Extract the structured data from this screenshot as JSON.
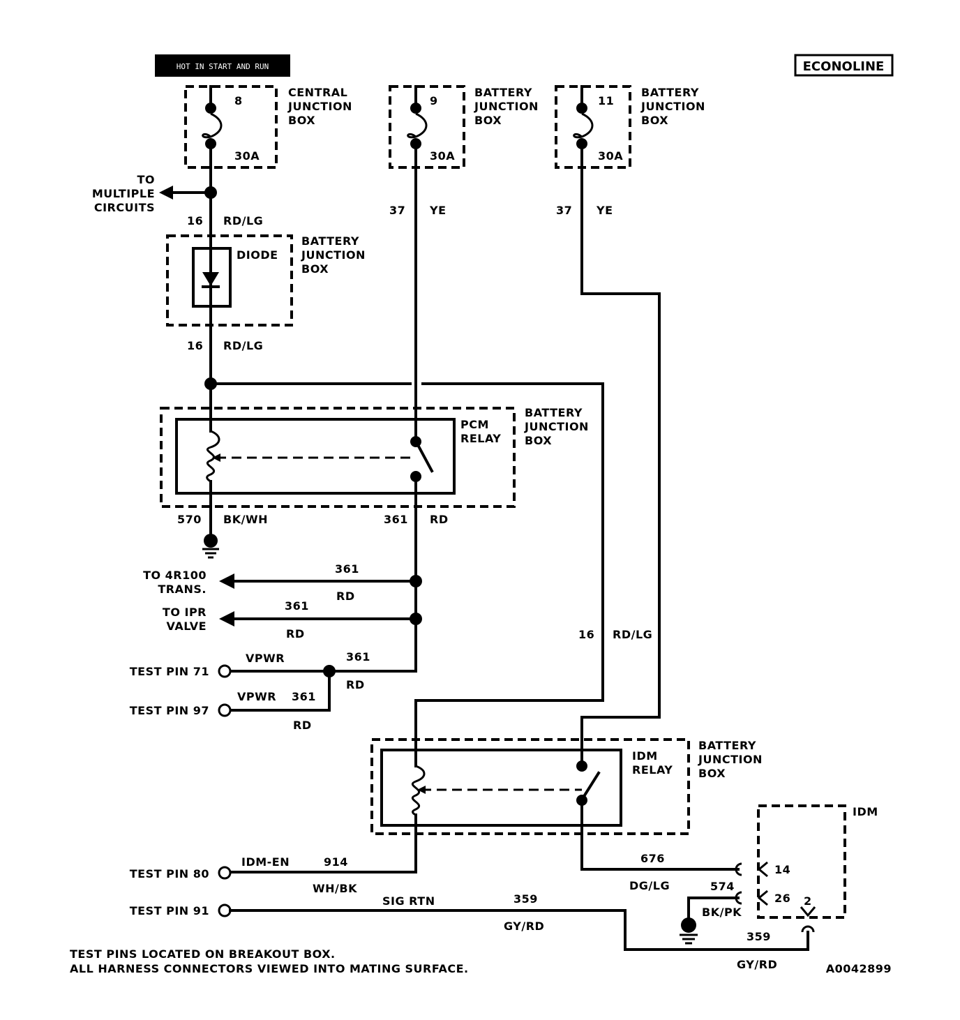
{
  "header": {
    "caption": "HOT IN START AND RUN",
    "model": "ECONOLINE"
  },
  "fuses": [
    {
      "number": "8",
      "rating": "30A",
      "label": [
        "CENTRAL",
        "JUNCTION",
        "BOX"
      ]
    },
    {
      "number": "9",
      "rating": "30A",
      "label": [
        "BATTERY",
        "JUNCTION",
        "BOX"
      ]
    },
    {
      "number": "11",
      "rating": "30A",
      "label": [
        "BATTERY",
        "JUNCTION",
        "BOX"
      ]
    }
  ],
  "to_multiple": [
    "TO",
    "MULTIPLE",
    "CIRCUITS"
  ],
  "diode_box": {
    "diode": "DIODE",
    "label": [
      "BATTERY",
      "JUNCTION",
      "BOX"
    ]
  },
  "pcm_relay": {
    "name": [
      "PCM",
      "RELAY"
    ],
    "label": [
      "BATTERY",
      "JUNCTION",
      "BOX"
    ]
  },
  "idm_relay": {
    "name": [
      "IDM",
      "RELAY"
    ],
    "label": [
      "BATTERY",
      "JUNCTION",
      "BOX"
    ]
  },
  "idm_module": {
    "name": "IDM",
    "pins": [
      "14",
      "26",
      "2"
    ]
  },
  "wires": {
    "w16": "16",
    "rdlg": "RD/LG",
    "w37": "37",
    "ye": "YE",
    "w570": "570",
    "bkwh": "BK/WH",
    "w361": "361",
    "rd": "RD",
    "w914": "914",
    "whbk": "WH/BK",
    "w359": "359",
    "gyrd": "GY/RD",
    "w676": "676",
    "dglg": "DG/LG",
    "w574": "574",
    "bkpk": "BK/PK",
    "vpwr": "VPWR",
    "idmen": "IDM-EN",
    "sigrtn": "SIG RTN"
  },
  "destinations": {
    "trans": [
      "TO 4R100",
      "TRANS."
    ],
    "ipr": [
      "TO IPR",
      "VALVE"
    ]
  },
  "test_pins": {
    "p71": "TEST PIN 71",
    "p97": "TEST PIN 97",
    "p80": "TEST PIN 80",
    "p91": "TEST PIN 91"
  },
  "notes": [
    "TEST PINS LOCATED ON BREAKOUT BOX.",
    "ALL HARNESS CONNECTORS VIEWED INTO MATING SURFACE."
  ],
  "figure_id": "A0042899"
}
